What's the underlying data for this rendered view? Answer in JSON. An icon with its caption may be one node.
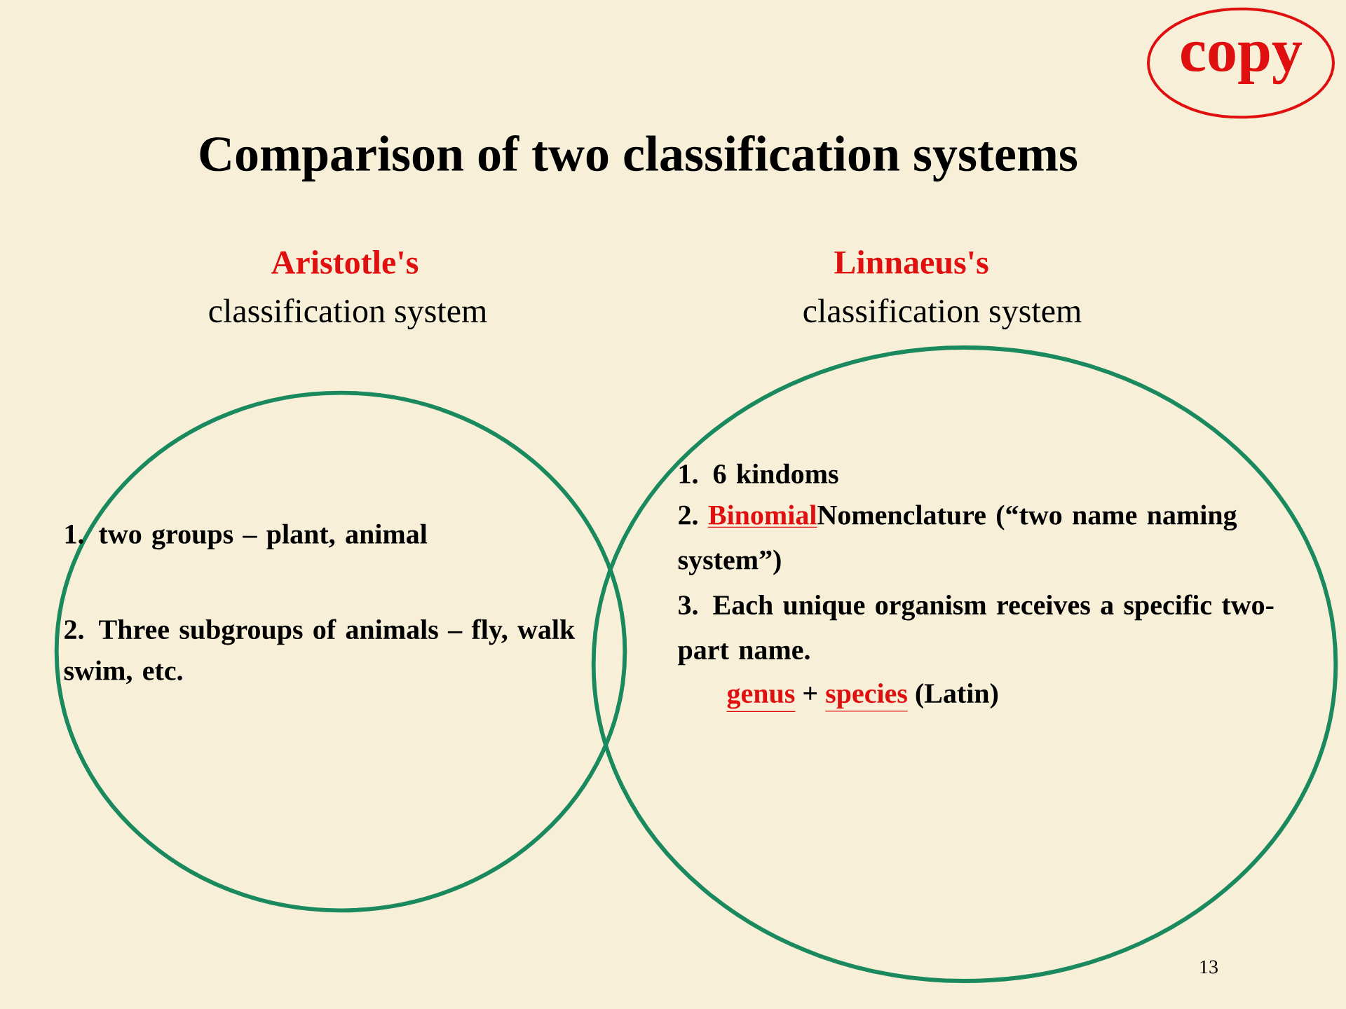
{
  "diagram": {
    "title": "Comparison of two classification systems",
    "nodes": [
      {
        "text": [
          "copy"
        ]
      },
      {
        "text": [
          "1. two groups – plant, animal",
          "2. Three subgroups of animals – fly, walk swim, etc."
        ]
      },
      {
        "text": [
          "1. 6 kindoms",
          "2.",
          "Binomial",
          "Nomenclature (“two name naming system”)",
          "3. Each unique organism receives a specific two-part name.",
          "genus",
          "+",
          "species",
          "(Latin)"
        ]
      }
    ],
    "edges": [],
    "labels": [
      "Aristotle's",
      "classification system",
      "Linnaeus's",
      "classification system",
      "13"
    ]
  }
}
